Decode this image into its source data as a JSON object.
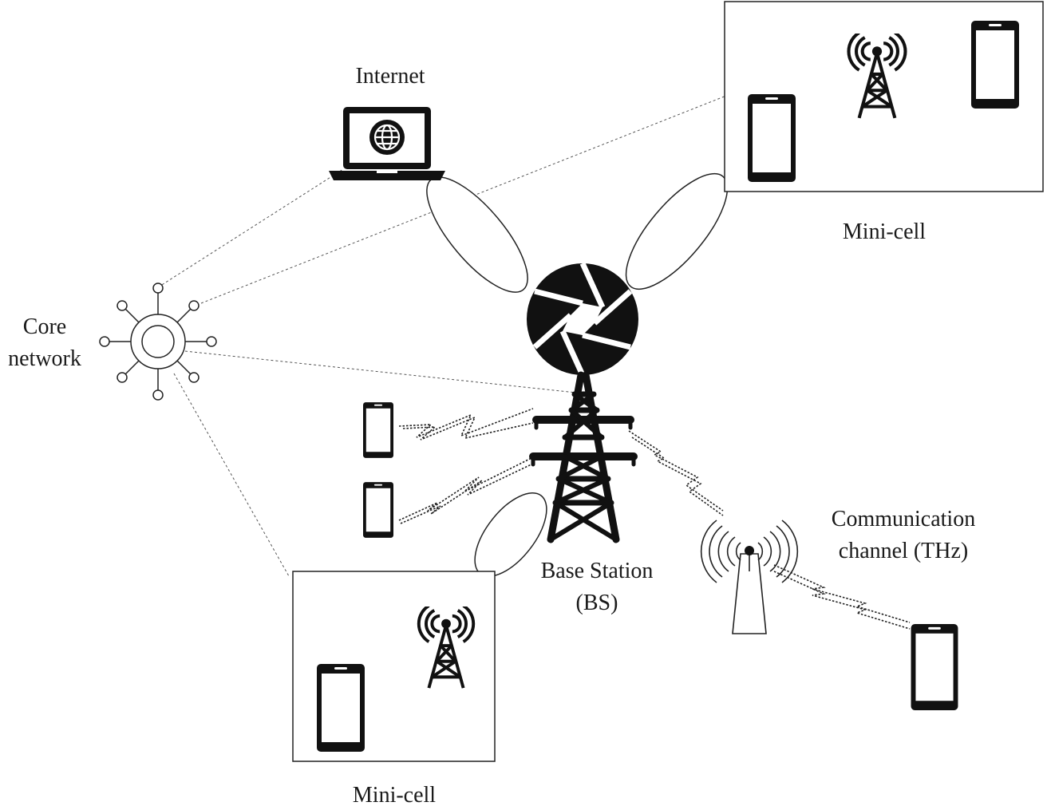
{
  "labels": {
    "internet": "Internet",
    "core_network_line1": "Core",
    "core_network_line2": "network",
    "mini_cell_top": "Mini-cell",
    "mini_cell_bottom": "Mini-cell",
    "base_station_line1": "Base Station",
    "base_station_line2": "(BS)",
    "comm_channel_line1": "Communication",
    "comm_channel_line2": "channel (THz)"
  },
  "icons": {
    "laptop": "laptop-globe-icon",
    "core_network": "network-hub-icon",
    "base_station": "transmission-tower-icon",
    "aperture": "aperture-icon",
    "antenna": "antenna-icon",
    "mini_tower": "cell-tower-icon",
    "phone": "smartphone-icon"
  },
  "colors": {
    "ink": "#111111",
    "line": "#555555",
    "background": "#ffffff"
  }
}
